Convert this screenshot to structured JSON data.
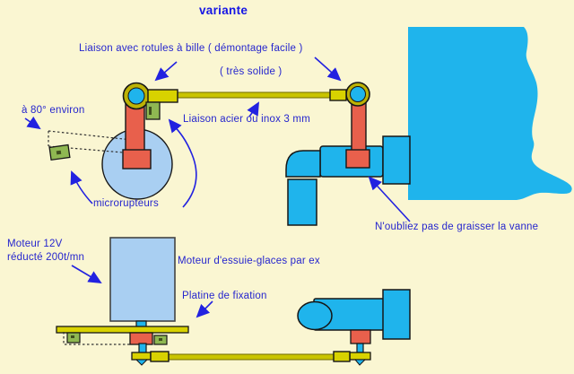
{
  "title": "variante",
  "labels": {
    "rotules": "Liaison avec rotules à bille ( démontage facile )",
    "solide": "( très solide )",
    "angle": "à 80° environ",
    "liaison_acier": "Liaison acier ou inox 3 mm",
    "microrupteurs": "microrupteurs",
    "graisser": "N'oubliez pas de graisser la vanne",
    "moteur_line1": "Moteur 12V",
    "moteur_line2": "réducté 200t/mn",
    "essuie_glaces": "Moteur d'essuie-glaces par ex",
    "platine": "Platine de fixation"
  },
  "colors": {
    "bg": "#FAF6D2",
    "cyan": "#1FB4EC",
    "light_blue": "#A9CFF2",
    "red": "#E8604C",
    "rod": "#C9C400",
    "ball": "#BCB205",
    "connector": "#D8D200",
    "green": "#8FB852",
    "green_dark": "#3F4F1E",
    "label_text": "#2525CE",
    "title_text": "#1515E5",
    "arrow": "#2222E0",
    "outline": "#161616"
  }
}
